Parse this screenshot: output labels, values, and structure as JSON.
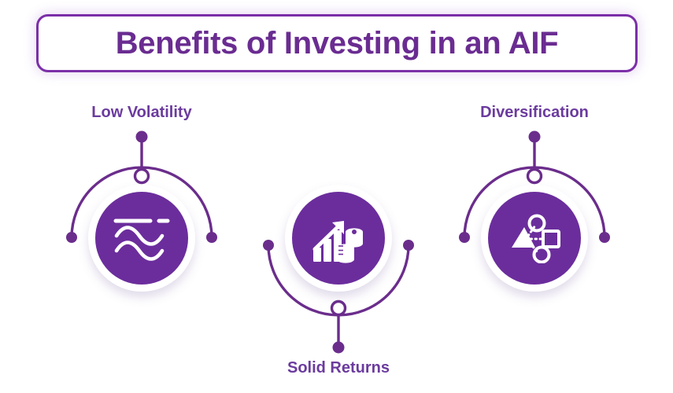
{
  "header": {
    "title": "Benefits of Investing in an AIF",
    "border_color": "#7B2FA8",
    "text_color": "#6A2C91"
  },
  "theme": {
    "background": "#ffffff",
    "disc_fill": "#6B2D9C",
    "line_color": "#6B2D8C",
    "label_color": "#6B3B9E",
    "icon_color": "#ffffff"
  },
  "benefits": [
    {
      "label": "Low Volatility",
      "icon": "waves-icon",
      "label_position": "top",
      "arc_direction": "up"
    },
    {
      "label": "Solid Returns",
      "icon": "bar-chart-coins-icon",
      "label_position": "bottom",
      "arc_direction": "down"
    },
    {
      "label": "Diversification",
      "icon": "diversification-nodes-icon",
      "label_position": "top",
      "arc_direction": "up"
    }
  ]
}
